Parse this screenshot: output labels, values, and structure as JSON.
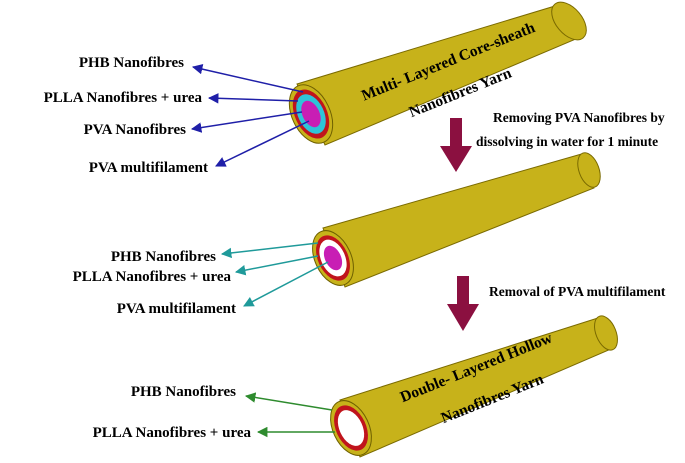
{
  "colors": {
    "tube": "#c7b21a",
    "tube_edge": "#7a6a00",
    "phb_ring": "#c7b21a",
    "plla_ring": "#c0141c",
    "pva_nanofibre_ring": "#2ec4d8",
    "pva_core": "#c81eb4",
    "hollow": "#ffffff",
    "arrow_blue": "#1f1fa8",
    "arrow_teal": "#1f9a9a",
    "arrow_green": "#2e8b2e",
    "process_arrow": "#8b1040"
  },
  "yarn1": {
    "title_line1": "Multi- Layered Core-sheath",
    "title_line2": "Nanofibres Yarn",
    "labels": {
      "phb": "PHB Nanofibres",
      "plla": "PLLA Nanofibres + urea",
      "pva_nano": "PVA Nanofibres",
      "pva_multi": "PVA multifilament"
    }
  },
  "step1": {
    "line1": "Removing PVA Nanofibres by",
    "line2": "dissolving in water for 1 minute"
  },
  "yarn2": {
    "labels": {
      "phb": "PHB Nanofibres",
      "plla": "PLLA Nanofibres + urea",
      "pva_multi": "PVA multifilament"
    }
  },
  "step2": {
    "line1": "Removal of PVA multifilament"
  },
  "yarn3": {
    "title_line1": "Double- Layered Hollow",
    "title_line2": "Nanofibres Yarn",
    "labels": {
      "phb": "PHB Nanofibres",
      "plla": "PLLA Nanofibres + urea"
    }
  }
}
